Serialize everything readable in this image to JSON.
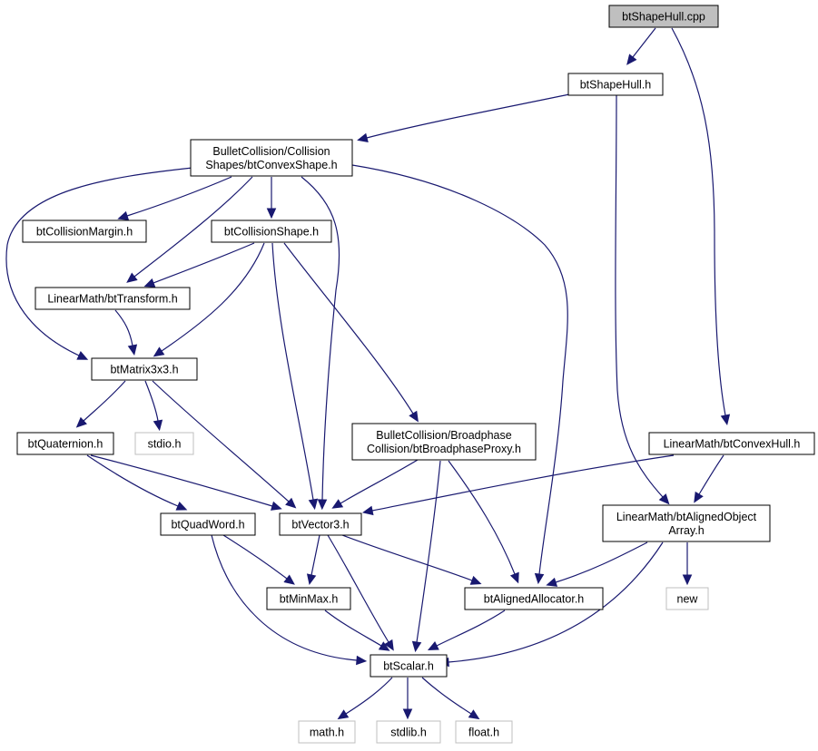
{
  "graph": {
    "edge_color": "#191970",
    "nodes": [
      {
        "id": "cpp",
        "lines": [
          "btShapeHull.cpp"
        ],
        "style": "root"
      },
      {
        "id": "hull_h",
        "lines": [
          "btShapeHull.h"
        ],
        "style": "normal"
      },
      {
        "id": "convexshape",
        "lines": [
          "BulletCollision/Collision",
          "Shapes/btConvexShape.h"
        ],
        "style": "normal"
      },
      {
        "id": "margin",
        "lines": [
          "btCollisionMargin.h"
        ],
        "style": "normal"
      },
      {
        "id": "collshape",
        "lines": [
          "btCollisionShape.h"
        ],
        "style": "normal"
      },
      {
        "id": "transform",
        "lines": [
          "LinearMath/btTransform.h"
        ],
        "style": "normal"
      },
      {
        "id": "matrix",
        "lines": [
          "btMatrix3x3.h"
        ],
        "style": "normal"
      },
      {
        "id": "quat",
        "lines": [
          "btQuaternion.h"
        ],
        "style": "normal"
      },
      {
        "id": "stdio",
        "lines": [
          "stdio.h"
        ],
        "style": "external"
      },
      {
        "id": "proxy",
        "lines": [
          "BulletCollision/Broadphase",
          "Collision/btBroadphaseProxy.h"
        ],
        "style": "normal"
      },
      {
        "id": "convexhull",
        "lines": [
          "LinearMath/btConvexHull.h"
        ],
        "style": "normal"
      },
      {
        "id": "quadword",
        "lines": [
          "btQuadWord.h"
        ],
        "style": "normal"
      },
      {
        "id": "vector",
        "lines": [
          "btVector3.h"
        ],
        "style": "normal"
      },
      {
        "id": "objarray",
        "lines": [
          "LinearMath/btAlignedObject",
          "Array.h"
        ],
        "style": "normal"
      },
      {
        "id": "minmax",
        "lines": [
          "btMinMax.h"
        ],
        "style": "normal"
      },
      {
        "id": "allocator",
        "lines": [
          "btAlignedAllocator.h"
        ],
        "style": "normal"
      },
      {
        "id": "new",
        "lines": [
          "new"
        ],
        "style": "external"
      },
      {
        "id": "scalar",
        "lines": [
          "btScalar.h"
        ],
        "style": "normal"
      },
      {
        "id": "math",
        "lines": [
          "math.h"
        ],
        "style": "external"
      },
      {
        "id": "stdlib",
        "lines": [
          "stdlib.h"
        ],
        "style": "external"
      },
      {
        "id": "float",
        "lines": [
          "float.h"
        ],
        "style": "external"
      }
    ],
    "edges": [
      [
        "cpp",
        "hull_h"
      ],
      [
        "cpp",
        "convexhull"
      ],
      [
        "hull_h",
        "convexshape"
      ],
      [
        "hull_h",
        "objarray"
      ],
      [
        "convexshape",
        "margin"
      ],
      [
        "convexshape",
        "collshape"
      ],
      [
        "convexshape",
        "transform"
      ],
      [
        "convexshape",
        "matrix"
      ],
      [
        "convexshape",
        "vector"
      ],
      [
        "convexshape",
        "allocator"
      ],
      [
        "collshape",
        "transform"
      ],
      [
        "collshape",
        "matrix"
      ],
      [
        "collshape",
        "vector"
      ],
      [
        "collshape",
        "proxy"
      ],
      [
        "transform",
        "matrix"
      ],
      [
        "matrix",
        "quat"
      ],
      [
        "matrix",
        "stdio"
      ],
      [
        "matrix",
        "vector"
      ],
      [
        "quat",
        "quadword"
      ],
      [
        "quat",
        "vector"
      ],
      [
        "proxy",
        "vector"
      ],
      [
        "proxy",
        "scalar"
      ],
      [
        "proxy",
        "allocator"
      ],
      [
        "convexhull",
        "vector"
      ],
      [
        "convexhull",
        "objarray"
      ],
      [
        "quadword",
        "minmax"
      ],
      [
        "quadword",
        "scalar"
      ],
      [
        "vector",
        "minmax"
      ],
      [
        "vector",
        "scalar"
      ],
      [
        "vector",
        "allocator"
      ],
      [
        "objarray",
        "allocator"
      ],
      [
        "objarray",
        "new"
      ],
      [
        "objarray",
        "scalar"
      ],
      [
        "minmax",
        "scalar"
      ],
      [
        "allocator",
        "scalar"
      ],
      [
        "scalar",
        "math"
      ],
      [
        "scalar",
        "stdlib"
      ],
      [
        "scalar",
        "float"
      ]
    ]
  }
}
